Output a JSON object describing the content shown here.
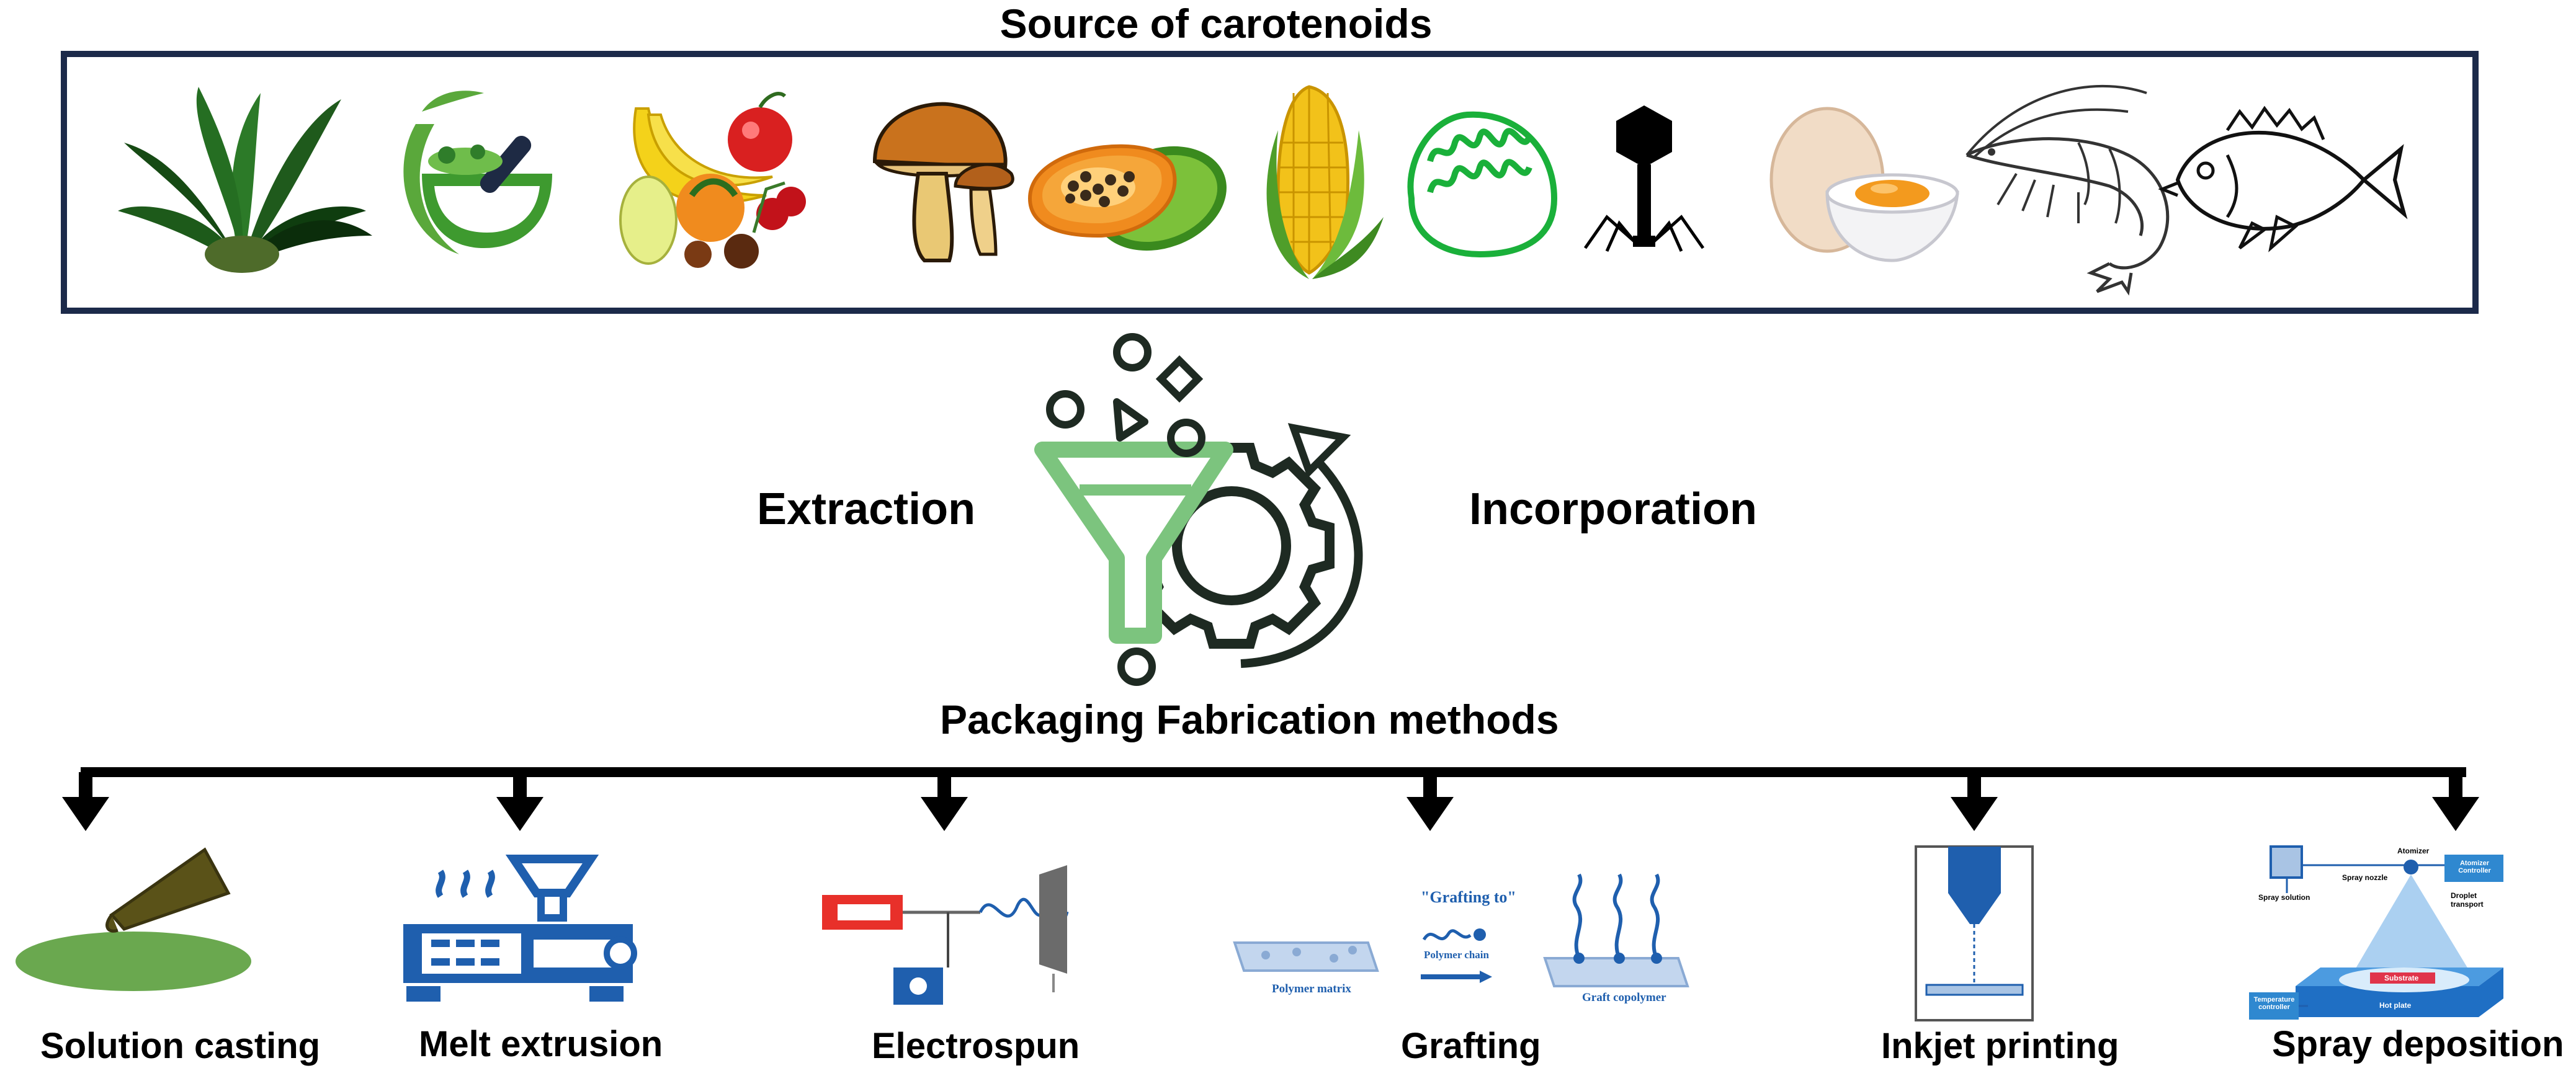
{
  "title": "Source of carotenoids",
  "process": {
    "left_label": "Extraction",
    "right_label": "Incorporation",
    "subtitle": "Packaging Fabrication methods"
  },
  "sources": [
    {
      "name": "plant-icon"
    },
    {
      "name": "mortar-herb-icon"
    },
    {
      "name": "fruits-icon"
    },
    {
      "name": "mushroom-icon"
    },
    {
      "name": "papaya-icon"
    },
    {
      "name": "corn-icon"
    },
    {
      "name": "algae-icon"
    },
    {
      "name": "bacteriophage-icon"
    },
    {
      "name": "egg-icon"
    },
    {
      "name": "shrimp-icon"
    },
    {
      "name": "fish-icon"
    }
  ],
  "methods": [
    {
      "label": "Solution casting",
      "icon": "solution-casting-icon"
    },
    {
      "label": "Melt extrusion",
      "icon": "extruder-icon"
    },
    {
      "label": "Electrospun",
      "icon": "electrospinning-icon"
    },
    {
      "label": "Grafting",
      "icon": "grafting-icon"
    },
    {
      "label": "Inkjet printing",
      "icon": "inkjet-icon"
    },
    {
      "label": "Spray deposition",
      "icon": "spray-icon"
    }
  ],
  "grafting": {
    "to_label": "\"Grafting to\"",
    "polymer_chain": "Polymer chain",
    "polymer_matrix": "Polymer matrix",
    "graft_copolymer": "Graft copolymer"
  },
  "spray": {
    "atomizer": "Atomizer",
    "atomizer_controller": "Atomizer Controller",
    "spray_nozzle": "Spray nozzle",
    "spray_solution": "Spray solution",
    "droplet_transport": "Droplet transport",
    "substrate": "Substrate",
    "hot_plate": "Hot plate",
    "temperature_controller": "Temperature controller"
  },
  "colors": {
    "frame": "#1c2a4a",
    "funnel": "#7cc47e",
    "gear": "#1e2a22",
    "blue": "#1f5fae",
    "light_blue": "#a9c4e4",
    "olive": "#5a5218",
    "green_oval": "#6aa84f"
  }
}
